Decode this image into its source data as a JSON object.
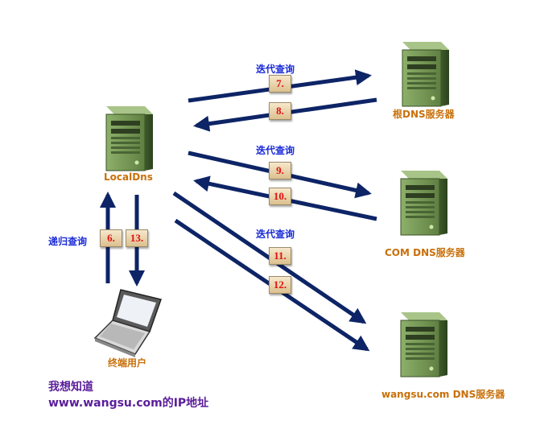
{
  "nodes": {
    "local": "LocalDns",
    "root": "根DNS服务器",
    "com": "COM DNS服务器",
    "wangsu": "wangsu.com DNS服务器",
    "user": "终端用户"
  },
  "labels": {
    "iter1": "迭代查询",
    "iter2": "迭代查询",
    "iter3": "迭代查询",
    "recursive": "递归查询"
  },
  "steps": [
    "6.",
    "7.",
    "8.",
    "9.",
    "10.",
    "11.",
    "12.",
    "13."
  ],
  "question": {
    "line1": "我想知道",
    "line2": "www.wangsu.com的IP地址"
  },
  "colors": {
    "arrow": "#0d2466",
    "server": "#6f8e4e",
    "label_blue": "#1a2bd8",
    "label_orange": "#c8700a",
    "question": "#5a1e9a",
    "step_number": "#e01010"
  }
}
